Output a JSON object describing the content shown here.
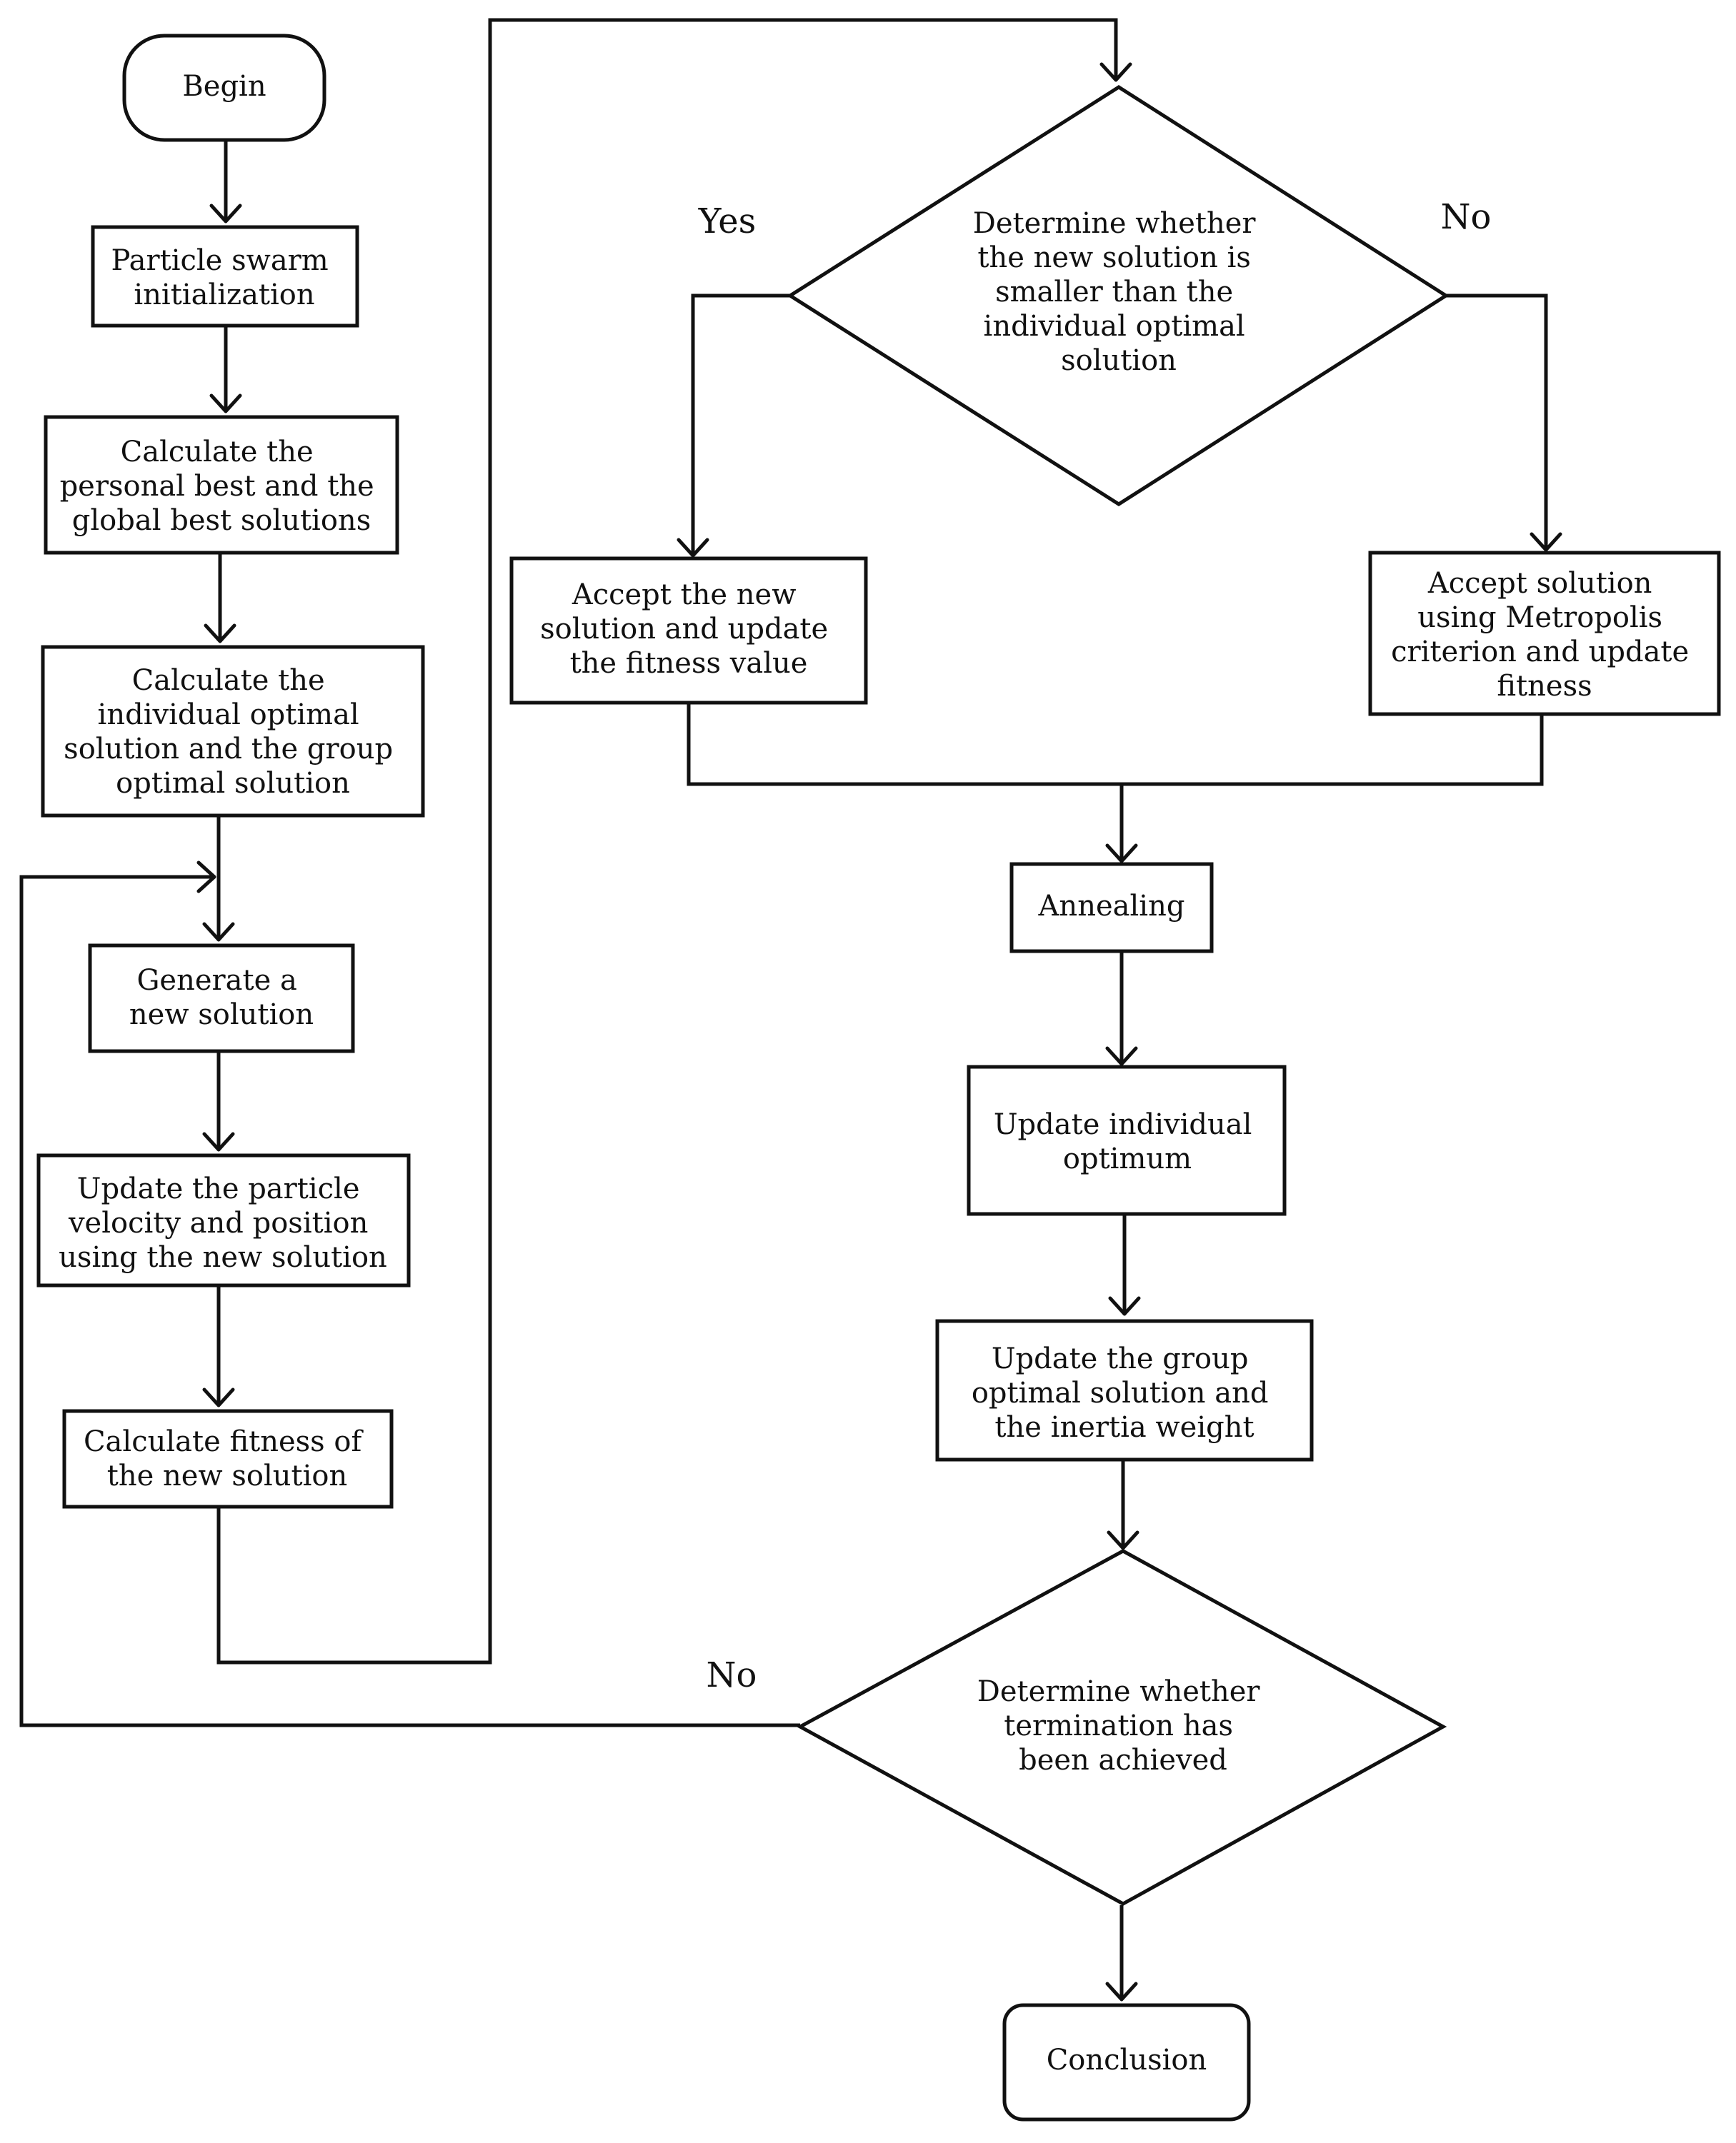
{
  "nodes": {
    "begin": "Begin",
    "init": [
      "Particle swarm",
      "initialization"
    ],
    "calc_best": [
      "Calculate the",
      "personal best and the",
      "global best solutions"
    ],
    "calc_optimal": [
      "Calculate the",
      "individual optimal",
      "solution and the group",
      "optimal solution"
    ],
    "generate": [
      "Generate a",
      "new solution"
    ],
    "update_velocity": [
      "Update the particle",
      "velocity and position",
      "using the new solution"
    ],
    "calc_fitness": [
      "Calculate fitness of",
      "the new solution"
    ],
    "decision_smaller": [
      "Determine whether",
      "the new solution is",
      "smaller than the",
      "individual optimal",
      "solution"
    ],
    "accept_new": [
      "Accept the new",
      "solution and update",
      "the fitness value"
    ],
    "accept_metropolis": [
      "Accept solution",
      "using Metropolis",
      "criterion and update",
      "fitness"
    ],
    "annealing": "Annealing",
    "update_individual": [
      "Update individual",
      "optimum"
    ],
    "update_group": [
      "Update the group",
      "optimal solution and",
      "the inertia weight"
    ],
    "decision_termination": [
      "Determine whether",
      "termination has",
      "been achieved"
    ],
    "conclusion": "Conclusion"
  },
  "branch_labels": {
    "smaller_yes": "Yes",
    "smaller_no": "No",
    "termination_no": "No"
  }
}
